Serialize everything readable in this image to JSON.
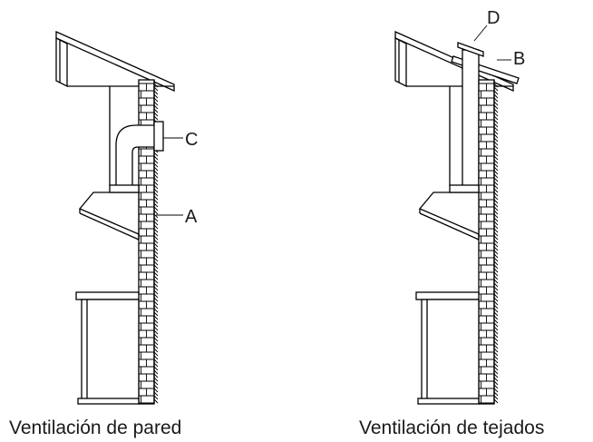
{
  "labels": {
    "a": "A",
    "b": "B",
    "c": "C",
    "d": "D"
  },
  "captions": {
    "wall": "Ventilación de pared",
    "roof": "Ventilación de tejados"
  }
}
